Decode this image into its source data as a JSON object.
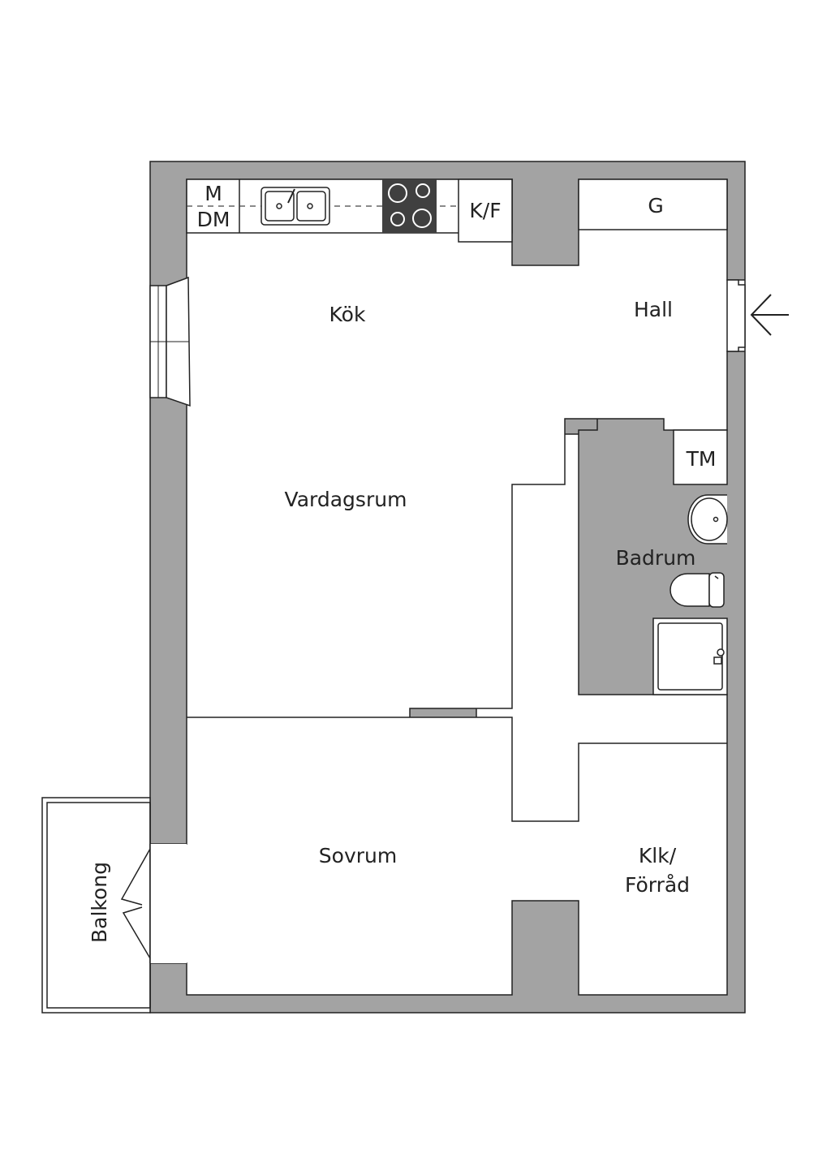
{
  "rooms": {
    "kok": "Kök",
    "hall": "Hall",
    "vardagsrum": "Vardagsrum",
    "badrum": "Badrum",
    "sovrum": "Sovrum",
    "klk_line1": "Klk/",
    "klk_line2": "Förråd",
    "balkong": "Balkong"
  },
  "fixtures": {
    "m": "M",
    "dm": "DM",
    "kf": "K/F",
    "g": "G",
    "tm": "TM"
  },
  "colors": {
    "wall": "#a3a3a3",
    "line": "#222222",
    "stove": "#404040",
    "background": "#ffffff"
  },
  "icons": {
    "entrance": "entrance-arrow-icon",
    "sink": "kitchen-sink-icon",
    "stove": "stove-icon",
    "basin": "wash-basin-icon",
    "toilet": "toilet-icon",
    "shower": "shower-icon"
  }
}
